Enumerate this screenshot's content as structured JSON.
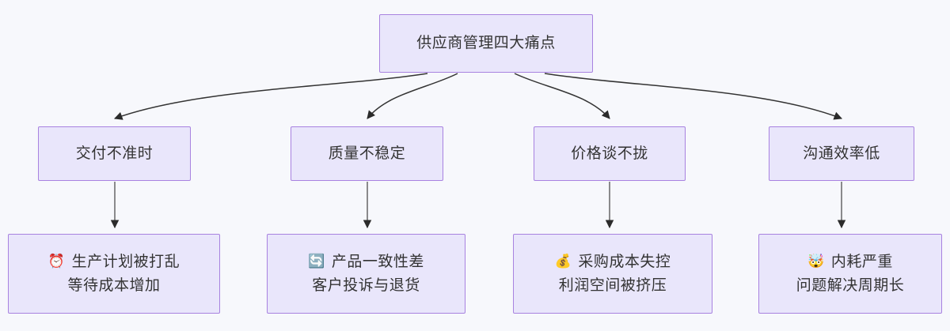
{
  "diagram": {
    "type": "flowchart",
    "direction": "top-down",
    "background_color": "#f7f8fc",
    "node_fill": "#e9e6fb",
    "node_border": "#a882e0",
    "text_color": "#333333",
    "edge_color": "#333333",
    "root": {
      "label": "供应商管理四大痛点"
    },
    "categories": [
      {
        "label": "交付不准时"
      },
      {
        "label": "质量不稳定"
      },
      {
        "label": "价格谈不拢"
      },
      {
        "label": "沟通效率低"
      }
    ],
    "details": [
      {
        "icon": "alarm-clock-icon",
        "icon_glyph": "⏰",
        "line1": "生产计划被打乱",
        "line2": "等待成本增加"
      },
      {
        "icon": "repeat-arrows-icon",
        "icon_glyph": "🔄",
        "line1": "产品一致性差",
        "line2": "客户投诉与退货"
      },
      {
        "icon": "money-bag-icon",
        "icon_glyph": "💰",
        "line1": "采购成本失控",
        "line2": "利润空间被挤压"
      },
      {
        "icon": "exploding-head-icon",
        "icon_glyph": "🤯",
        "line1": "内耗严重",
        "line2": "问题解决周期长"
      }
    ]
  }
}
